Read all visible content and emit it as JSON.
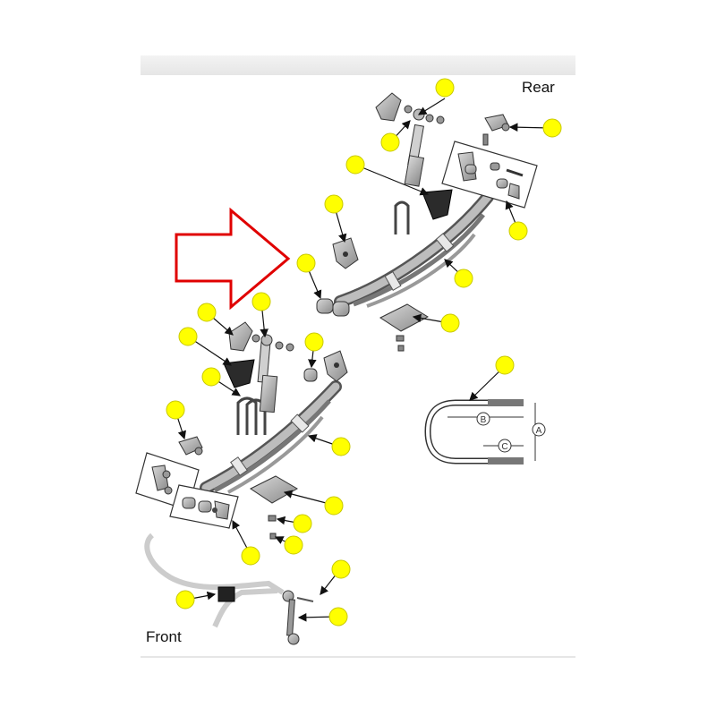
{
  "labels": {
    "rear": "Rear",
    "front": "Front"
  },
  "dimensions": {
    "a": "A",
    "b": "B",
    "c": "C"
  },
  "colors": {
    "callout_fill": "#ffff00",
    "callout_stroke": "#c8c800",
    "arrow": "#e00000",
    "line": "#111111"
  },
  "icons": {
    "big_arrow": "right-arrow-outline-icon",
    "callout": "yellow-callout-dot"
  }
}
